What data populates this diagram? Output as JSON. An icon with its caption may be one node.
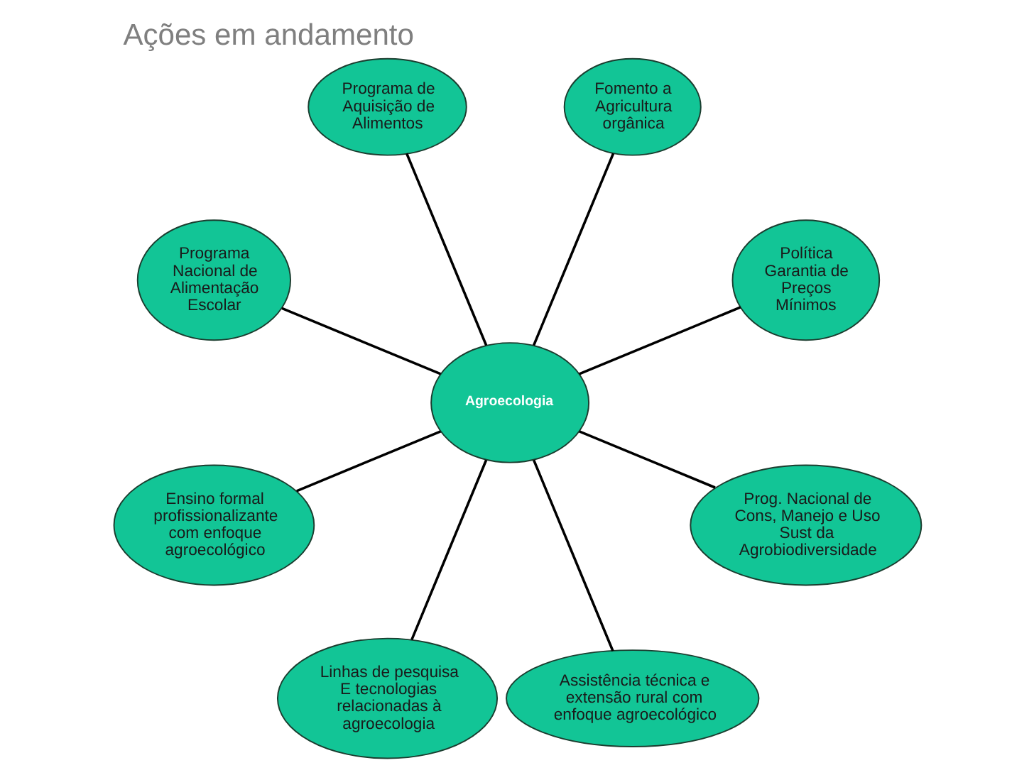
{
  "diagram": {
    "title": "Ações em andamento",
    "nodes": [
      {
        "text": [
          "Fomento a Agricultura orgânica"
        ]
      },
      {
        "text": [
          "Programa de Aquisição de Alimentos"
        ]
      },
      {
        "text": [
          "Política Garantia de Preços Mínimos"
        ]
      },
      {
        "text": [
          "Programa Nacional de Alimentação Escolar"
        ]
      },
      {
        "text": [
          "Agroecologia"
        ]
      },
      {
        "text": [
          "Prog. Nacional de Cons, Manejo e Uso Sust da Agrobiodiversidade"
        ]
      },
      {
        "text": [
          "Ensino formal profissionalizante com enfoque agroecológico"
        ]
      },
      {
        "text": [
          "Assistência técnica e extensão rural com enfoque agroecológico"
        ]
      },
      {
        "text": [
          "Linhas de pesquisa E tecnologias relacionadas à agroecologia"
        ]
      }
    ],
    "edges": [
      {
        "from": 4,
        "to": 2,
        "arrow": "none"
      },
      {
        "from": 4,
        "to": 0,
        "arrow": "none"
      },
      {
        "from": 4,
        "to": 1,
        "arrow": "none"
      },
      {
        "from": 4,
        "to": 3,
        "arrow": "none"
      },
      {
        "from": 4,
        "to": 6,
        "arrow": "none"
      },
      {
        "from": 4,
        "to": 8,
        "arrow": "none"
      },
      {
        "from": 4,
        "to": 7,
        "arrow": "none"
      },
      {
        "from": 4,
        "to": 5,
        "arrow": "none"
      }
    ]
  }
}
